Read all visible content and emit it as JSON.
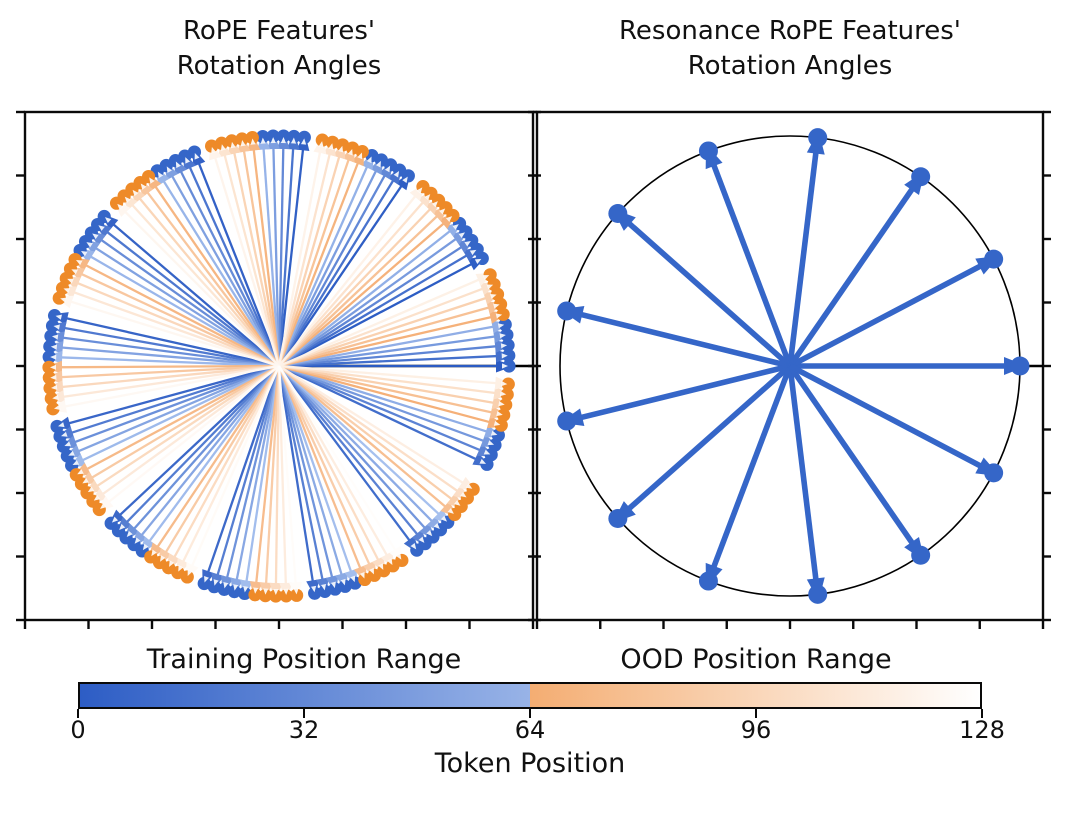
{
  "figure": {
    "left_plot": {
      "title_lines": [
        "RoPE Features'",
        "Rotation Angles"
      ]
    },
    "right_plot": {
      "title_lines": [
        "Resonance RoPE Features'",
        "Rotation Angles"
      ]
    },
    "colorbar": {
      "train_heading": "Training Position Range",
      "ood_heading": "OOD Position Range",
      "axis_label": "Token Position",
      "tick_labels": [
        "0",
        "32",
        "64",
        "96",
        "128"
      ]
    }
  },
  "chart_data": [
    {
      "type": "quiver",
      "title": "RoPE Features' Rotation Angles",
      "description": "128 unit-length arrows from origin; arrow for token t points at angle t*27.892 degrees (RoPE feature with non-integer wavelength ~12.9 tokens), forming 13 overlapping fans; ray color follows token-position colormap, tip markers solid blue for training positions (t<64) and solid orange for OOD positions (t>=64)",
      "n_tokens": 128,
      "angle_step_deg": 27.892,
      "training_cutoff": 64,
      "marker_color_train": "#3566c8",
      "marker_color_ood": "#ee8a28",
      "ray_cmap_train": [
        "#2b5bc3",
        "#a6c0ee"
      ],
      "ray_cmap_ood": [
        "#f5b078",
        "#fffdfb"
      ],
      "axis_limits": [
        -1.1,
        1.1
      ],
      "zero_line_color": "#000000",
      "n_axis_ticks": 9
    },
    {
      "type": "quiver",
      "title": "Resonance RoPE Features' Rotation Angles",
      "description": "13 unit-length blue arrows from origin at angles k*360/13 degrees (wavelength rounded to integer 13 tokens, so every token position lands exactly on one of 13 angles); thin black unit circle outline",
      "n_arrows": 13,
      "angles_deg": [
        0,
        27.69,
        55.38,
        83.08,
        110.77,
        138.46,
        166.15,
        193.85,
        221.54,
        249.23,
        276.92,
        304.62,
        332.31
      ],
      "arrow_color": "#3566c8",
      "unit_circle_color": "#000000",
      "axis_limits": [
        -1.1,
        1.1
      ],
      "zero_line_color": "#000000",
      "n_axis_ticks": 9
    },
    {
      "type": "colorbar",
      "label": "Token Position",
      "range": [
        0,
        128
      ],
      "ticks": [
        0,
        32,
        64,
        96,
        128
      ],
      "segments": [
        {
          "name": "Training Position Range",
          "range": [
            0,
            64
          ],
          "colors": [
            "#2d5dc5",
            "#98b3e7"
          ]
        },
        {
          "name": "OOD Position Range",
          "range": [
            64,
            128
          ],
          "colors": [
            "#f4ad72",
            "#ffffff"
          ]
        }
      ]
    }
  ]
}
